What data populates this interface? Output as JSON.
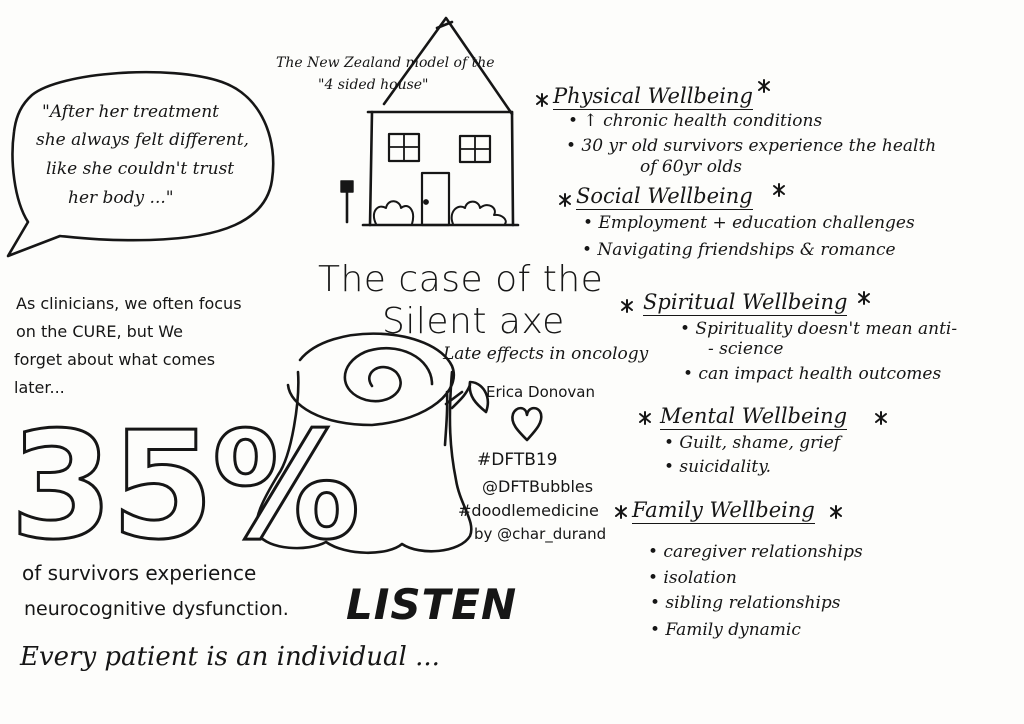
{
  "quote": {
    "line1": "\"After her treatment",
    "line2": "she always felt different,",
    "line3": "like she couldn't trust",
    "line4": "her body ...\""
  },
  "model": {
    "line1": "The New Zealand model of the",
    "line2": "\"4 sided house\""
  },
  "physical": {
    "title": "Physical Wellbeing",
    "bullet1": "• ↑ chronic health conditions",
    "bullet2a": "• 30 yr old survivors experience the health",
    "bullet2b": "of 60yr olds"
  },
  "social": {
    "title": "Social Wellbeing",
    "bullet1": "• Employment + education challenges",
    "bullet2": "• Navigating friendships & romance"
  },
  "main_title": {
    "line1": "The case of the",
    "line2": "Silent axe"
  },
  "subtitle": "Late effects in oncology",
  "author": "Erica Donovan",
  "tags": {
    "tag1": "#DFTB19",
    "tag2": "@DFTBubbles",
    "tag3": "#doodlemedicine",
    "tag4": "by @char_durand"
  },
  "spiritual": {
    "title": "Spiritual Wellbeing",
    "bullet1a": "• Spirituality doesn't mean anti-",
    "bullet1b": "- science",
    "bullet2": "• can impact health outcomes"
  },
  "mental": {
    "title": "Mental Wellbeing",
    "bullet1": "• Guilt, shame, grief",
    "bullet2": "• suicidality."
  },
  "family": {
    "title": "Family Wellbeing",
    "bullet1": "• caregiver relationships",
    "bullet2": "• isolation",
    "bullet3": "• sibling relationships",
    "bullet4": "• Family dynamic"
  },
  "clinicians": {
    "line1": "As clinicians, we often focus",
    "line2": "on the  CURE, but We",
    "line3": "forget about what comes",
    "line4": "later..."
  },
  "stat": {
    "value": "35%",
    "line1": "of survivors experience",
    "line2": "neurocognitive dysfunction."
  },
  "listen": "LISTEN",
  "footer": "Every patient is an individual ...",
  "icons": {
    "house": "house-icon",
    "stump": "tree-stump-icon",
    "heart": "heart-icon",
    "mailbox": "mailbox-icon"
  },
  "colors": {
    "ink": "#161616",
    "paper": "#fdfdfb"
  }
}
